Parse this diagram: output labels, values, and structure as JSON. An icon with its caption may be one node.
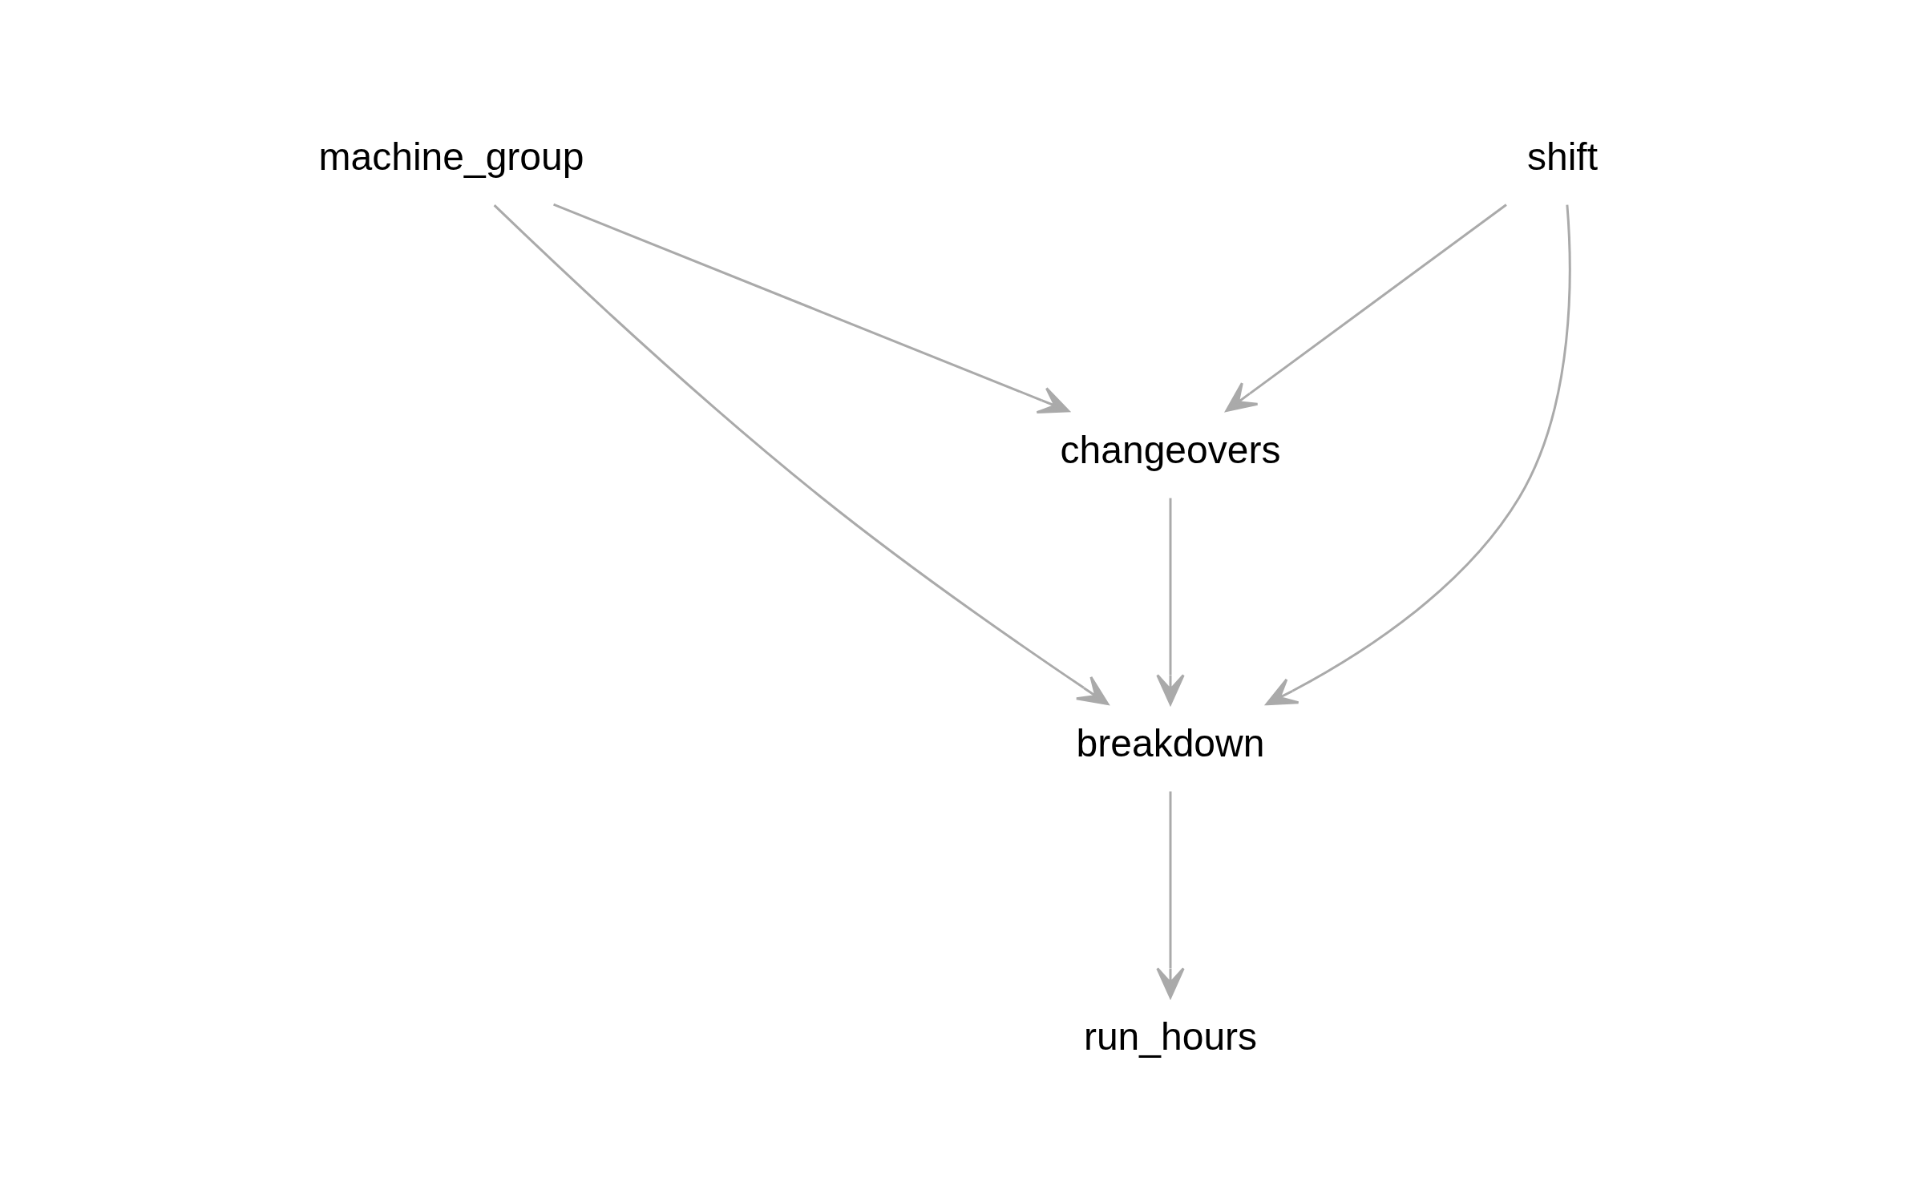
{
  "diagram": {
    "nodes": [
      {
        "text": [
          "machine_group"
        ]
      },
      {
        "text": [
          "shift"
        ]
      },
      {
        "text": [
          "changeovers"
        ]
      },
      {
        "text": [
          "breakdown"
        ]
      },
      {
        "text": [
          "run_hours"
        ]
      }
    ],
    "edges": [
      {
        "from": 0,
        "to": 2,
        "arrow": "to"
      },
      {
        "from": 0,
        "to": 3,
        "arrow": "to"
      },
      {
        "from": 1,
        "to": 2,
        "arrow": "to"
      },
      {
        "from": 1,
        "to": 3,
        "arrow": "to"
      },
      {
        "from": 2,
        "to": 3,
        "arrow": "to"
      },
      {
        "from": 3,
        "to": 4,
        "arrow": "to"
      }
    ]
  }
}
